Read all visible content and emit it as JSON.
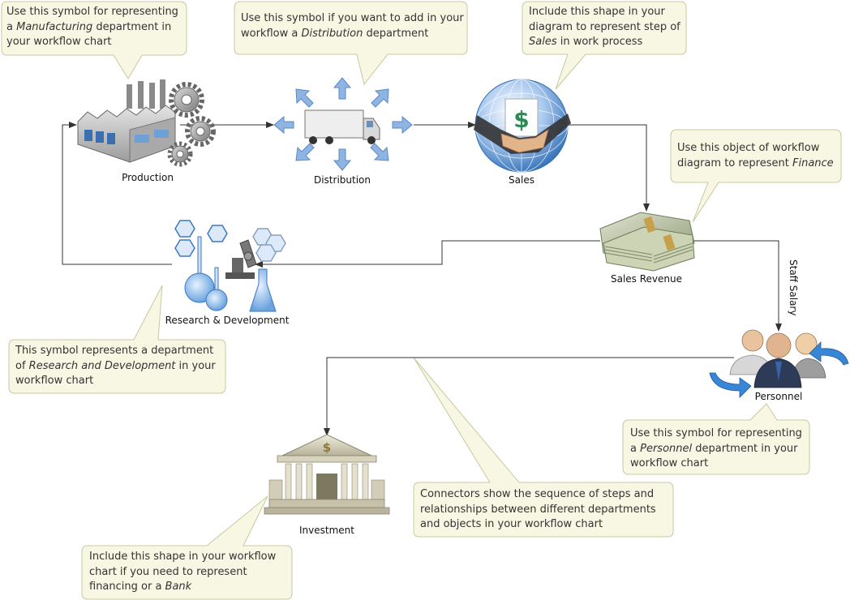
{
  "nodes": {
    "production": "Production",
    "distribution": "Distribution",
    "sales": "Sales",
    "sales_revenue": "Sales Revenue",
    "research": "Research & Development",
    "personnel": "Personnel",
    "investment": "Investment"
  },
  "edge_labels": {
    "staff_salary": "Staff Salary"
  },
  "callouts": {
    "production": {
      "pre": "Use this symbol for representing a ",
      "em": "Manufacturing",
      "post": " department in your workflow chart"
    },
    "distribution": {
      "pre": "Use this symbol if you want to add in your workflow a ",
      "em": "Distribution",
      "post": " department"
    },
    "sales": {
      "pre": "Include this shape in your diagram to represent step of ",
      "em": "Sales",
      "post": " in work process"
    },
    "finance": {
      "pre": "Use this object of workflow diagram to represent ",
      "em": "Finance",
      "post": ""
    },
    "research": {
      "pre": "This symbol represents a department of ",
      "em": "Research and Development",
      "post": " in your workflow chart"
    },
    "personnel": {
      "pre": "Use this symbol for representing a ",
      "em": "Personnel",
      "post": " department in your workflow chart"
    },
    "connectors": {
      "pre": "Connectors show the sequence of steps and relationships between different departments and objects in your workflow chart",
      "em": "",
      "post": ""
    },
    "investment": {
      "pre": "Include this shape in your workflow chart if you need to represent financing or a ",
      "em": "Bank",
      "post": ""
    }
  },
  "colors": {
    "callout_fill": "#f7f7e3",
    "callout_stroke": "#c8c8a0",
    "connector": "#333333",
    "arrow_blue": "#8db4e2",
    "globe_blue": "#2e6db5"
  }
}
